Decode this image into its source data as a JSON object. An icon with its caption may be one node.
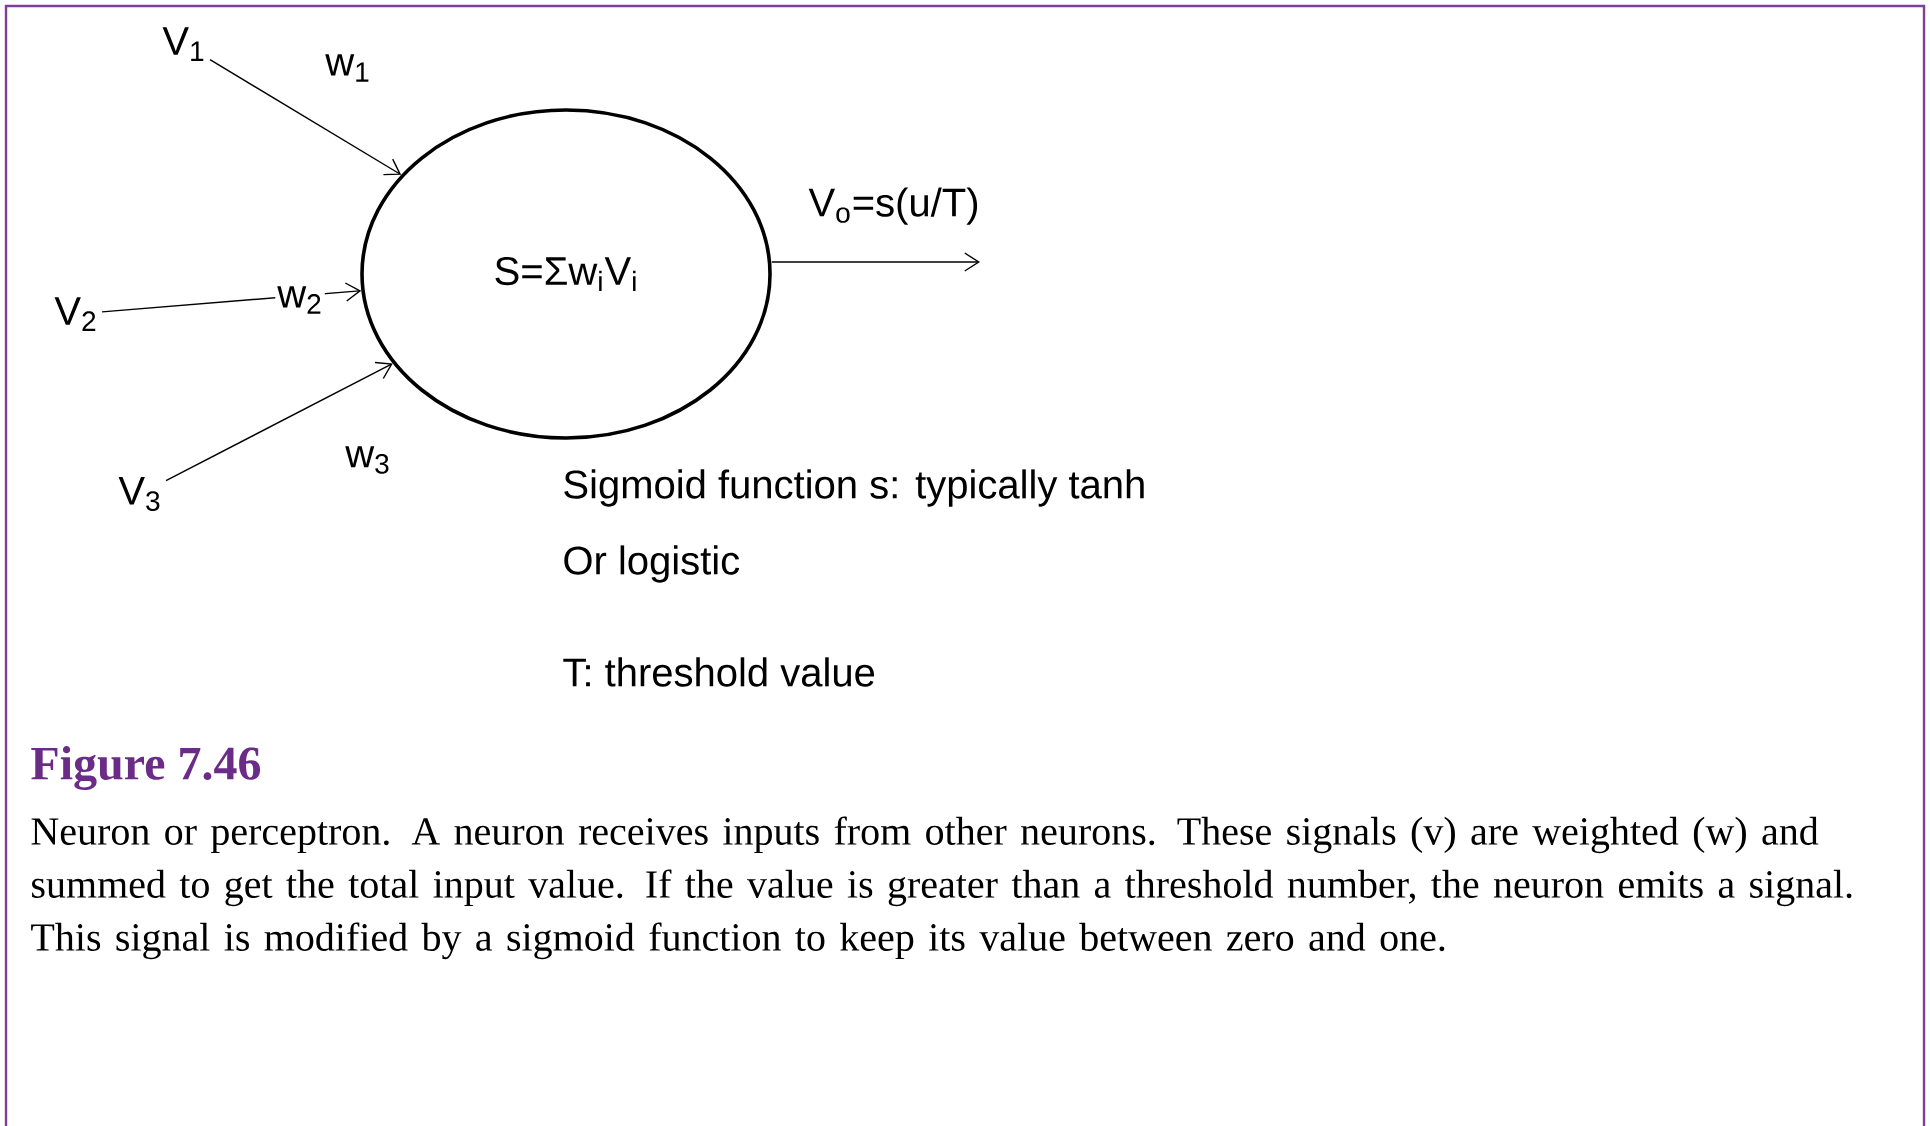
{
  "diagram": {
    "title": "Figure 7.46",
    "caption": "Neuron or perceptron. A neuron receives inputs from other neurons. These signals (v) are weighted (w) and summed to get the total input value. If the value is greater than a threshold number, the neuron emits a signal. This signal is modified by a sigmoid function to keep its value between zero and one.",
    "nodes": [
      {
        "text": [
          "V$_{1}$"
        ]
      },
      {
        "text": [
          "V$_{2}$"
        ]
      },
      {
        "text": [
          "V$_{3}$"
        ]
      },
      {
        "text": [
          "S=Σw$_{i}$V$_{i}$"
        ]
      }
    ],
    "edges": [
      {
        "from": 0,
        "to": 3,
        "arrow": "to",
        "label": "w$_{1}$"
      },
      {
        "from": 1,
        "to": 3,
        "arrow": "to",
        "label": "w$_{2}$"
      },
      {
        "from": 2,
        "to": 3,
        "arrow": "to",
        "label": "w$_{3}$"
      },
      {
        "from": 3,
        "to": null,
        "arrow": "to",
        "label": "V$_{o}$=s(u/T)"
      }
    ],
    "labels": [
      "Sigmoid function s: typically tanh",
      "Or logistic",
      "T: threshold value"
    ]
  }
}
